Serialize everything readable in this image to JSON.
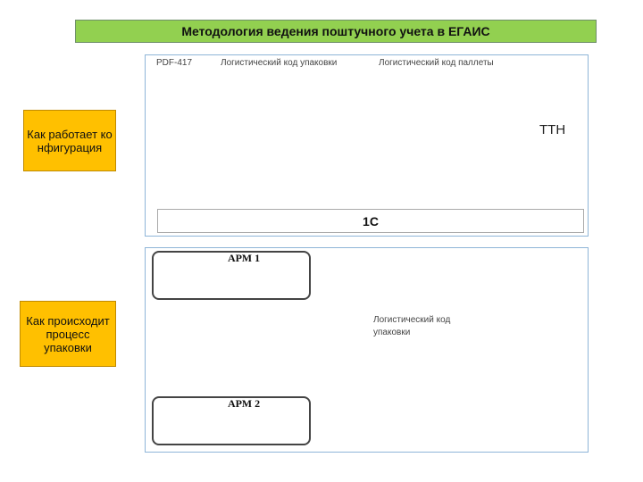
{
  "title": "Методология ведения поштучного учета в ЕГАИС",
  "side_labels": {
    "config": "Как работает конфигурация",
    "packing": "Как происходит процесс упаковки"
  },
  "top_panel": {
    "captions": {
      "pdf417": "PDF-417",
      "package_code": "Логистический код упаковки",
      "pallet_code": "Логистический код паллеты"
    },
    "ttn": "ТТН",
    "onec": "1С"
  },
  "bottom_panel": {
    "arm1": "АРМ 1",
    "arm2": "АРМ 2",
    "package_code_caption": "Логистический код упаковки"
  },
  "colors": {
    "title_bg": "#92d050",
    "label_bg": "#ffc000",
    "arrow": "#9dc3e6",
    "big_arrow": "#8eaad6"
  },
  "icons": [
    "scanner-icon",
    "magnifier-icon",
    "box-icon",
    "pallet-icon",
    "computer-icon",
    "barcode-scanner-icon",
    "label-printer-icon",
    "bottle-icon",
    "boxes-stack-icon",
    "barcode-icon"
  ]
}
